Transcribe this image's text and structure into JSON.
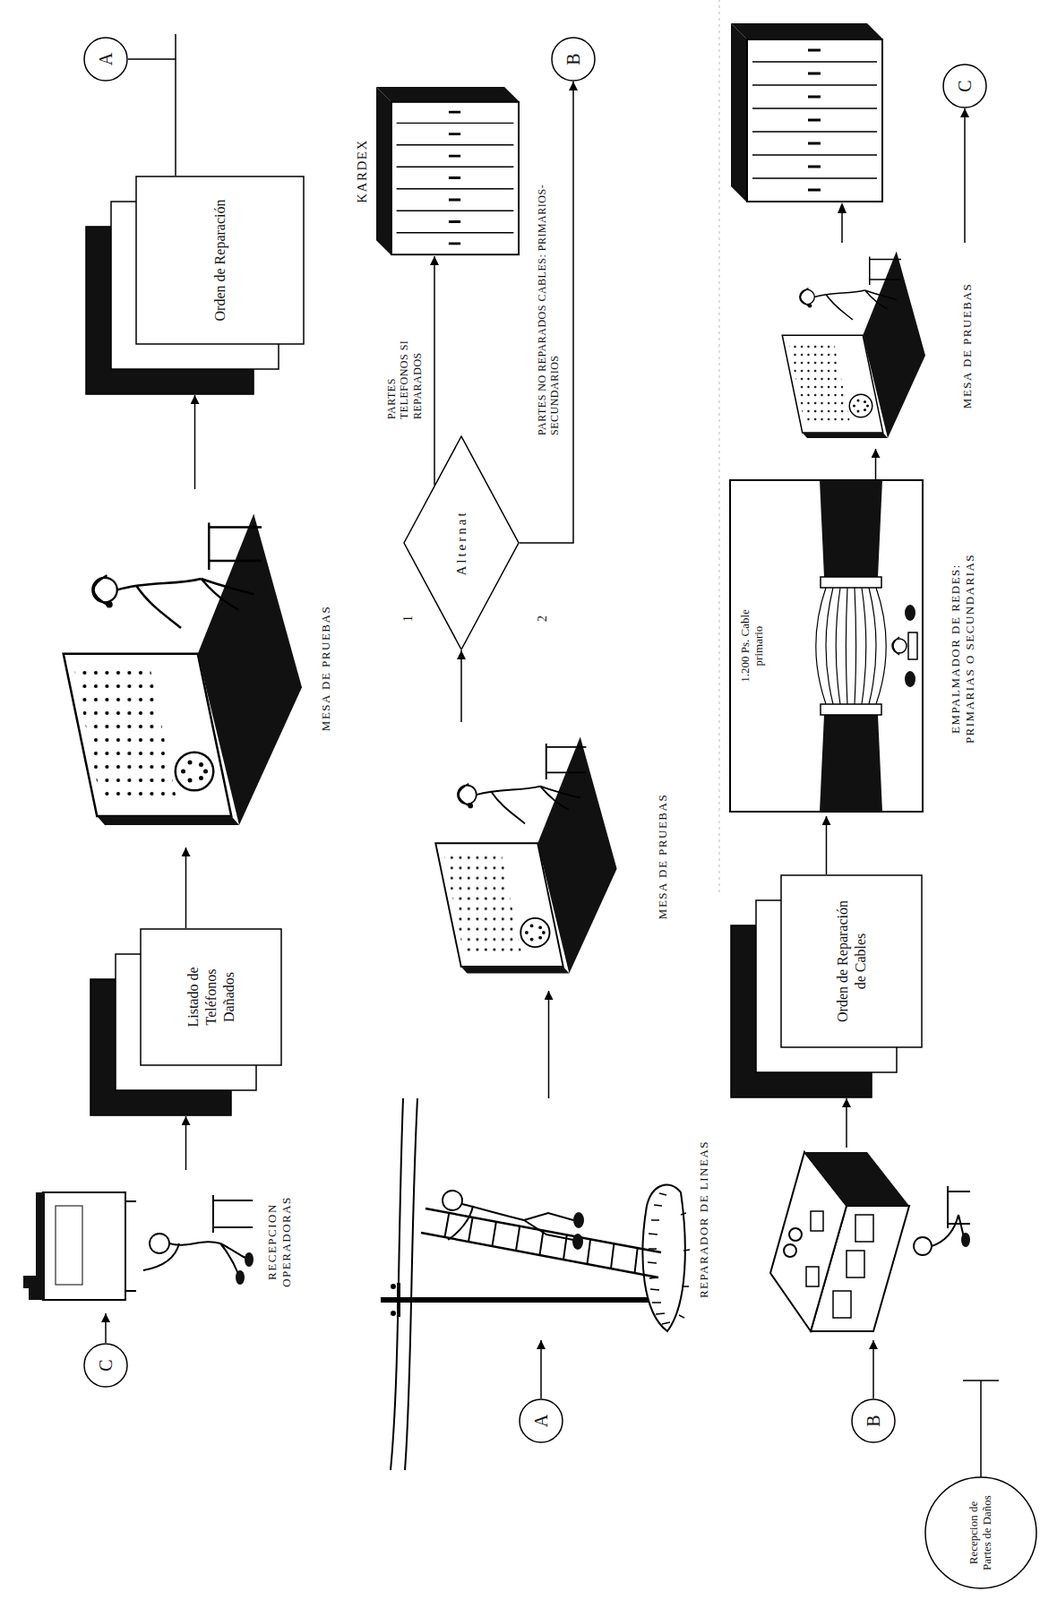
{
  "diagram": {
    "nodes": [
      {
        "text": [
          "C"
        ]
      },
      {
        "text": [
          "RECEPCION OPERADORAS"
        ]
      },
      {
        "text": [
          "Listado de Teléfonos Dañados"
        ]
      },
      {
        "text": [
          "MESA DE PRUEBAS"
        ]
      },
      {
        "text": [
          "Orden de Reparación"
        ]
      },
      {
        "text": [
          "A"
        ]
      },
      {
        "text": [
          "A"
        ]
      },
      {
        "text": [
          "REPARADOR DE LINEAS"
        ]
      },
      {
        "text": [
          "MESA DE PRUEBAS"
        ]
      },
      {
        "text": [
          "Alternat"
        ]
      },
      {
        "text": [
          "KARDEX"
        ]
      },
      {
        "text": [
          "B"
        ]
      },
      {
        "text": [
          "B"
        ]
      },
      {
        "text": [
          "Recepcion de Partes de Daños"
        ]
      },
      {
        "text": [
          "Orden de Reparación de Cables"
        ]
      },
      {
        "text": [
          "1.200 Ps. Cable primario",
          "EMPALMADOR DE REDES: PRIMARIAS O SECUNDARIAS"
        ]
      },
      {
        "text": [
          "MESA DE PRUEBAS"
        ]
      },
      {
        "text": [
          "C"
        ]
      }
    ],
    "edges": [
      {
        "from": 0,
        "to": 1,
        "arrow": "to"
      },
      {
        "from": 1,
        "to": 2,
        "arrow": "to"
      },
      {
        "from": 2,
        "to": 3,
        "arrow": "to"
      },
      {
        "from": 3,
        "to": 4,
        "arrow": "to"
      },
      {
        "from": 4,
        "to": 5,
        "arrow": "none"
      },
      {
        "from": 6,
        "to": 7,
        "arrow": "to"
      },
      {
        "from": 7,
        "to": 8,
        "arrow": "to"
      },
      {
        "from": 8,
        "to": 9,
        "arrow": "to"
      },
      {
        "from": 9,
        "to": 10,
        "label": "PARTES TELEFONOS SI REPARADOS",
        "arrow": "to"
      },
      {
        "from": 9,
        "to": 11,
        "label": "PARTES NO REPARADOS CABLES: PRIMARIOS-SECUNDARIOS",
        "arrow": "to"
      },
      {
        "from": 12,
        "to": 13,
        "arrow": "to"
      },
      {
        "from": 13,
        "to": 14,
        "arrow": "to"
      },
      {
        "from": 14,
        "to": 15,
        "arrow": "to"
      },
      {
        "from": 15,
        "to": 16,
        "arrow": "to"
      },
      {
        "from": 16,
        "to": 17,
        "arrow": "to"
      }
    ],
    "labels": [
      "1",
      "2"
    ]
  }
}
